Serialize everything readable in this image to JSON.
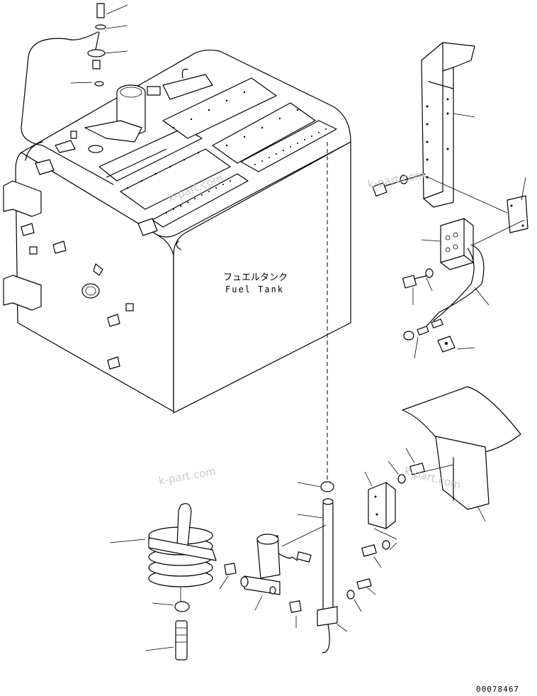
{
  "labels": {
    "tank_jp": "フュエルタンク",
    "tank_en": "Fuel Tank"
  },
  "watermarks": [
    "k-part.com",
    "k-part.com",
    "k-part.com",
    "k-part.com"
  ],
  "document_number": "00078467",
  "colors": {
    "line": "#000000",
    "watermark": "#c9c9c9",
    "background": "#ffffff"
  }
}
